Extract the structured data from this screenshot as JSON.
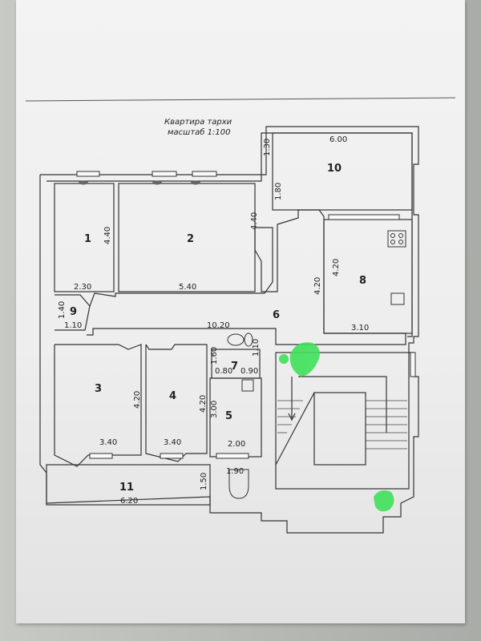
{
  "plan": {
    "title": "Квартира тархи",
    "scale": "масштаб 1:100"
  },
  "rooms": [
    {
      "number": "1"
    },
    {
      "number": "2"
    },
    {
      "number": "3"
    },
    {
      "number": "4"
    },
    {
      "number": "5"
    },
    {
      "number": "6"
    },
    {
      "number": "7"
    },
    {
      "number": "8"
    },
    {
      "number": "9"
    },
    {
      "number": "10"
    },
    {
      "number": "11"
    }
  ],
  "dimensions": {
    "room1_height": "4.40",
    "room1_width": "2.30",
    "room2_height": "4.40",
    "room2_width": "5.40",
    "room9_height": "1.40",
    "room9_width": "1.10",
    "corridor_width": "10.20",
    "room10_side": "1.30",
    "room10_width": "6.00",
    "room10_lower_side": "1.80",
    "room8_height_left": "4.20",
    "room8_height": "4.20",
    "room8_width": "3.10",
    "room7_height_left": "1.60",
    "room7_height_right": "1.10",
    "room7_width_left": "0.80",
    "room7_width_right": "0.90",
    "room3_height": "4.20",
    "room3_width": "3.40",
    "room4_height": "4.20",
    "room4_width": "3.40",
    "room5_height": "3.00",
    "room5_width": "2.00",
    "room5_lower_width": "1.90",
    "room11_height": "1.50",
    "room11_width": "6.20"
  },
  "colors": {
    "ink": "#222222",
    "wall": "#333333",
    "marker": "#3ee05a"
  }
}
